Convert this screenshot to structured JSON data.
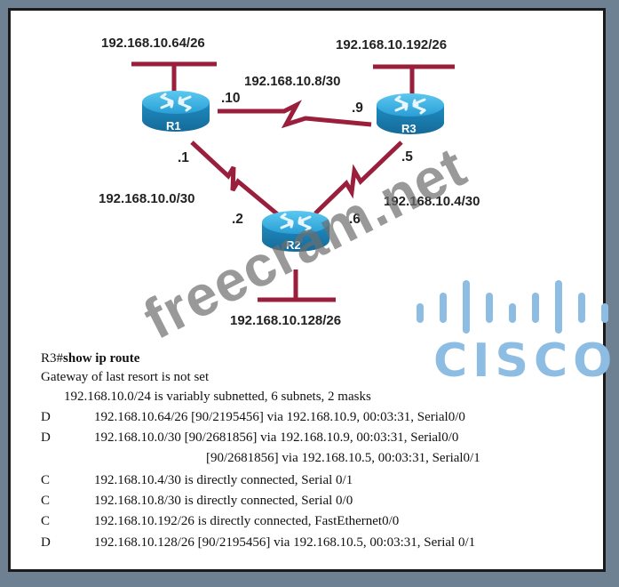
{
  "diagram": {
    "routers": [
      {
        "id": "R1",
        "label": "R1"
      },
      {
        "id": "R2",
        "label": "R2"
      },
      {
        "id": "R3",
        "label": "R3"
      }
    ],
    "lan_networks": {
      "r1": "192.168.10.64/26",
      "r3": "192.168.10.192/26",
      "r2": "192.168.10.128/26"
    },
    "serial_links": {
      "r1_r3": {
        "network": "192.168.10.8/30",
        "r1_host": ".10",
        "r3_host": ".9"
      },
      "r1_r2": {
        "network": "192.168.10.0/30",
        "r1_host": ".1",
        "r2_host": ".2"
      },
      "r3_r2": {
        "network": "192.168.10.4/30",
        "r3_host": ".5",
        "r2_host": ".6"
      }
    },
    "colors": {
      "link": "#9a1f3c",
      "router_top": "#3ab0e0",
      "router_side": "#1a7fb0",
      "cisco_logo": "#8dbde3"
    }
  },
  "cli": {
    "prompt": "R3#",
    "command": "show ip route",
    "gateway_line": "Gateway of last resort is not set",
    "summary_line": "192.168.10.0/24 is variably subnetted, 6 subnets, 2 masks",
    "routes": [
      {
        "code": "D",
        "text": "192.168.10.64/26 [90/2195456] via 192.168.10.9, 00:03:31, Serial0/0"
      },
      {
        "code": "D",
        "text": "192.168.10.0/30 [90/2681856] via 192.168.10.9, 00:03:31, Serial0/0"
      },
      {
        "code": "",
        "text": "[90/2681856] via 192.168.10.5, 00:03:31, Serial0/1"
      },
      {
        "code": "C",
        "text": "192.168.10.4/30 is directly connected, Serial 0/1"
      },
      {
        "code": "C",
        "text": "192.168.10.8/30 is directly connected, Serial 0/0"
      },
      {
        "code": "C",
        "text": "192.168.10.192/26 is directly connected, FastEthernet0/0"
      },
      {
        "code": "D",
        "text": "192.168.10.128/26 [90/2195456] via 192.168.10.5, 00:03:31, Serial 0/1"
      }
    ]
  },
  "overlay": {
    "watermark": "freecram.net",
    "logo_word": "CISCO"
  }
}
